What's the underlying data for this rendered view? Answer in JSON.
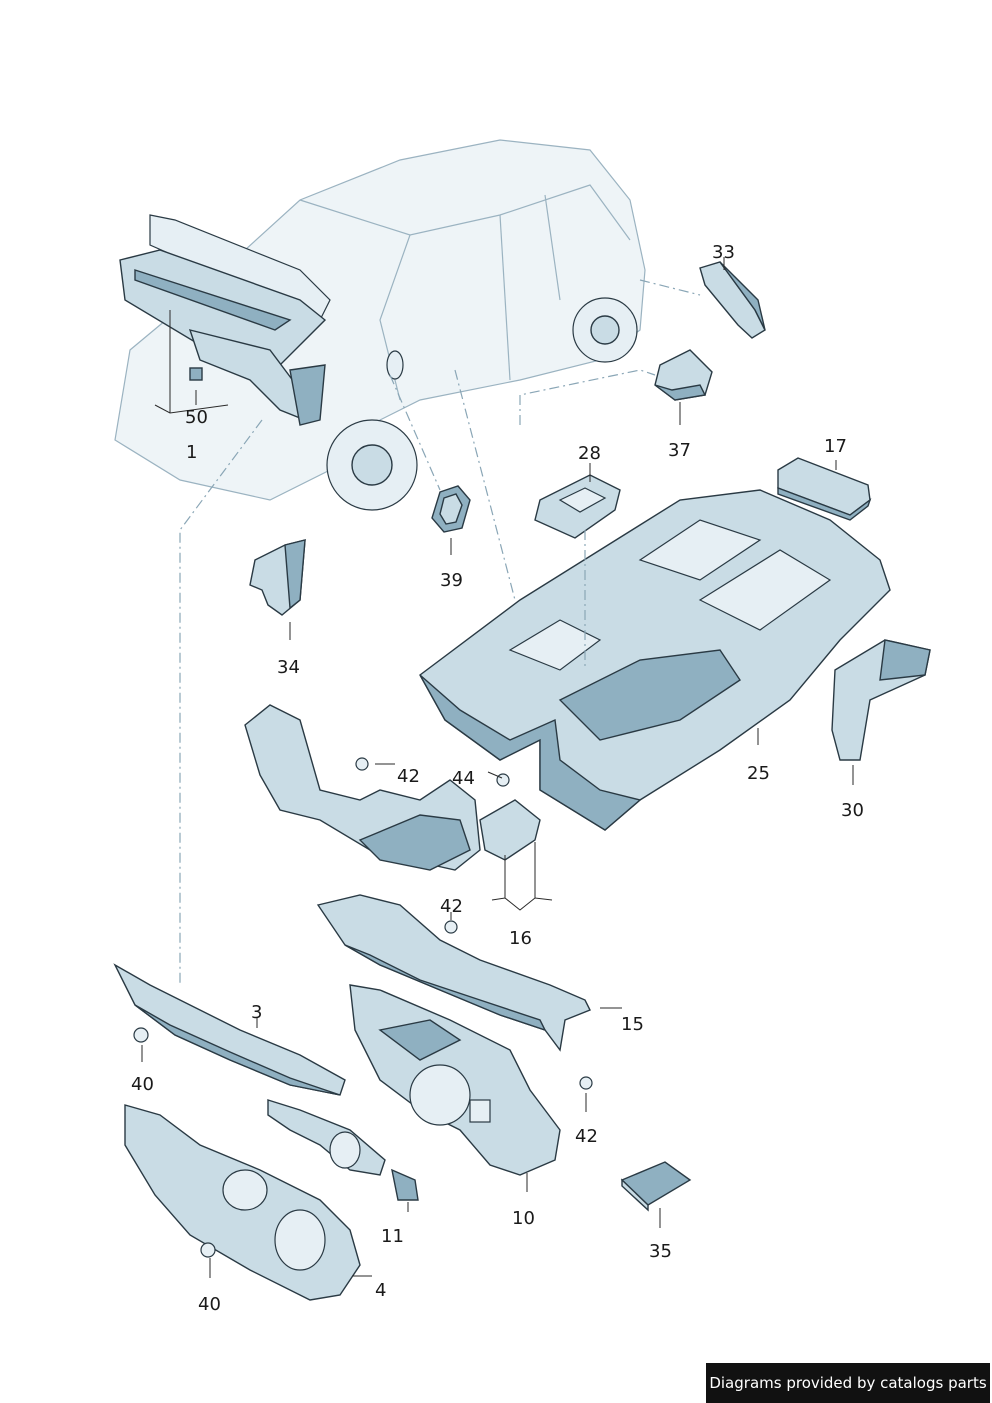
{
  "callouts": {
    "c1": "1",
    "c50": "50",
    "c33": "33",
    "c37": "37",
    "c28": "28",
    "c17": "17",
    "c39": "39",
    "c34": "34",
    "c25": "25",
    "c30": "30",
    "c42a": "42",
    "c44": "44",
    "c16": "16",
    "c42b": "42",
    "c15": "15",
    "c3": "3",
    "c40a": "40",
    "c42c": "42",
    "c10": "10",
    "c11": "11",
    "c35": "35",
    "c4": "4",
    "c40b": "40"
  },
  "footer": {
    "text": "Diagrams provided by catalogs parts"
  },
  "colors": {
    "part_fill": "#c9dce5",
    "part_shade": "#8fb0c1",
    "outline": "#2a3a44",
    "footer_bg": "#111111"
  }
}
